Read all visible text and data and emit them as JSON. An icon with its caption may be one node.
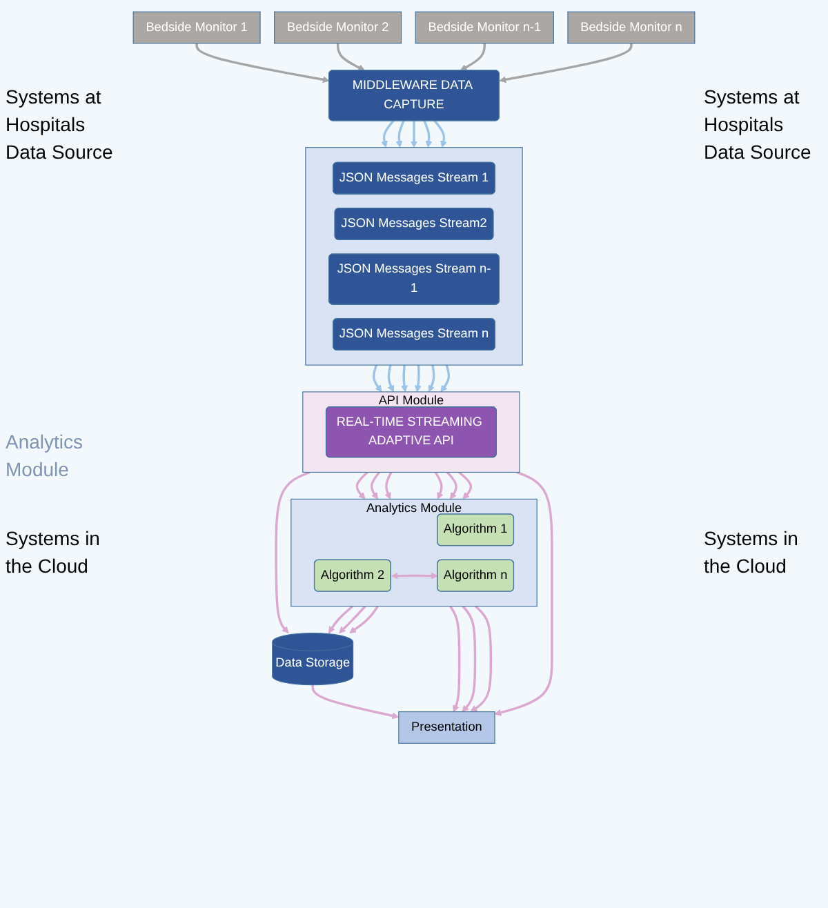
{
  "diagram": {
    "nodes": [
      {
        "text": [
          "Bedside Monitor 1"
        ]
      },
      {
        "text": [
          "Bedside Monitor 2"
        ]
      },
      {
        "text": [
          "Bedside Monitor n-1"
        ]
      },
      {
        "text": [
          "Bedside Monitor n"
        ]
      },
      {
        "text": [
          "MIDDLEWARE DATA CAPTURE"
        ]
      },
      {
        "text": [],
        "shape": "box"
      },
      {
        "text": [
          "JSON Messages Stream 1"
        ],
        "in": 5
      },
      {
        "text": [
          "JSON Messages Stream2"
        ],
        "in": 5
      },
      {
        "text": [
          "JSON Messages Stream n-1"
        ],
        "in": 5
      },
      {
        "text": [
          "JSON Messages Stream n"
        ],
        "in": 5
      },
      {
        "text": [
          "API Module"
        ]
      },
      {
        "text": [
          "REAL-TIME STREAMING ADAPTIVE API"
        ],
        "in": 10
      },
      {
        "text": [
          "Analytics Module"
        ]
      },
      {
        "text": [
          "Algorithm 1"
        ],
        "in": 12
      },
      {
        "text": [
          "Algorithm 2"
        ],
        "in": 12
      },
      {
        "text": [
          "Algorithm n"
        ],
        "in": 12
      },
      {
        "text": [
          "Data Storage"
        ]
      },
      {
        "text": [
          "Presentation"
        ]
      }
    ],
    "edges": [
      {
        "from": 0,
        "to": 4,
        "arrow": "to",
        "color": "#a5a5a5"
      },
      {
        "from": 1,
        "to": 4,
        "arrow": "to",
        "color": "#a5a5a5"
      },
      {
        "from": 2,
        "to": 4,
        "arrow": "to",
        "color": "#a5a5a5"
      },
      {
        "from": 3,
        "to": 4,
        "arrow": "to",
        "color": "#a5a5a5"
      },
      {
        "from": 4,
        "to": 5,
        "arrow": "to",
        "color": "#9dc3e6"
      },
      {
        "from": 4,
        "to": 5,
        "arrow": "to",
        "color": "#9dc3e6"
      },
      {
        "from": 4,
        "to": 5,
        "arrow": "to",
        "color": "#9dc3e6"
      },
      {
        "from": 4,
        "to": 5,
        "arrow": "to",
        "color": "#9dc3e6"
      },
      {
        "from": 4,
        "to": 5,
        "arrow": "to",
        "color": "#9dc3e6"
      },
      {
        "from": 5,
        "to": 10,
        "arrow": "to",
        "color": "#9dc3e6"
      },
      {
        "from": 5,
        "to": 10,
        "arrow": "to",
        "color": "#9dc3e6"
      },
      {
        "from": 5,
        "to": 10,
        "arrow": "to",
        "color": "#9dc3e6"
      },
      {
        "from": 5,
        "to": 10,
        "arrow": "to",
        "color": "#9dc3e6"
      },
      {
        "from": 5,
        "to": 10,
        "arrow": "to",
        "color": "#9dc3e6"
      },
      {
        "from": 5,
        "to": 10,
        "arrow": "to",
        "color": "#9dc3e6"
      },
      {
        "from": 10,
        "to": 16,
        "arrow": "to"
      },
      {
        "from": 10,
        "to": 12,
        "arrow": "to"
      },
      {
        "from": 10,
        "to": 12,
        "arrow": "to"
      },
      {
        "from": 10,
        "to": 12,
        "arrow": "to"
      },
      {
        "from": 10,
        "to": 12,
        "arrow": "to"
      },
      {
        "from": 10,
        "to": 12,
        "arrow": "to"
      },
      {
        "from": 10,
        "to": 12,
        "arrow": "to"
      },
      {
        "from": 10,
        "to": 17,
        "arrow": "to"
      },
      {
        "from": 14,
        "to": 15,
        "arrow": "both"
      },
      {
        "from": 12,
        "to": 16,
        "arrow": "to"
      },
      {
        "from": 12,
        "to": 16,
        "arrow": "to"
      },
      {
        "from": 12,
        "to": 16,
        "arrow": "to"
      },
      {
        "from": 12,
        "to": 17,
        "arrow": "to"
      },
      {
        "from": 12,
        "to": 17,
        "arrow": "to"
      },
      {
        "from": 12,
        "to": 17,
        "arrow": "to"
      },
      {
        "from": 16,
        "to": 17,
        "arrow": "to"
      }
    ],
    "labels": [
      "Systems at Hospitals Data Source",
      "Systems at Hospitals Data Source",
      "Analytics Module",
      "Systems in the Cloud",
      "Systems in the Cloud"
    ]
  }
}
